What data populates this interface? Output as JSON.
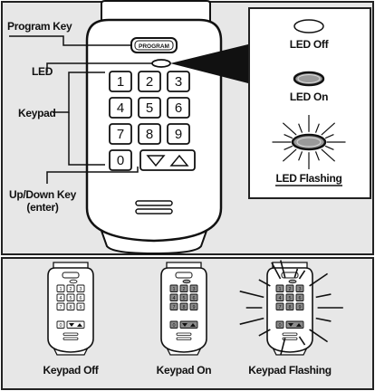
{
  "callouts": {
    "program_key": "Program Key",
    "led": "LED",
    "keypad": "Keypad",
    "updown_line1": "Up/Down Key",
    "updown_line2": "(enter)"
  },
  "program_button_text": "PROGRAM",
  "keys": [
    "1",
    "2",
    "3",
    "4",
    "5",
    "6",
    "7",
    "8",
    "9",
    "0"
  ],
  "legend": {
    "led_off": "LED Off",
    "led_on": "LED On",
    "led_flashing": "LED Flashing"
  },
  "states": {
    "keypad_off": "Keypad Off",
    "keypad_on": "Keypad On",
    "keypad_flashing": "Keypad Flashing"
  },
  "colors": {
    "panel_bg": "#e7e7e7",
    "outline": "#111111",
    "led_on_fill": "#9a9a9a",
    "key_on_fill": "#8c8c8c"
  }
}
